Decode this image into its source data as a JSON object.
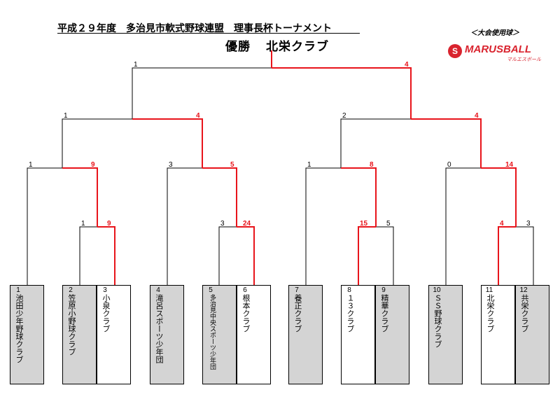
{
  "title": "平成２９年度　多治見市軟式野球連盟　理事長杯トーナメント",
  "winner_label": "優勝",
  "champion": "北栄クラブ",
  "official_ball_label": "＜大会使用球＞",
  "logo": {
    "mark": "S",
    "text": "MARUSBALL",
    "sub": "マルエスボール"
  },
  "teams": [
    {
      "num": "1",
      "name": "池田少年野球クラブ"
    },
    {
      "num": "2",
      "name": "笠原小野球クラブ"
    },
    {
      "num": "3",
      "name": "小泉クラブ"
    },
    {
      "num": "4",
      "name": "滝呂スポーツ少年団"
    },
    {
      "num": "5",
      "name": "多治見中央スポーツ少年団"
    },
    {
      "num": "6",
      "name": "根本クラブ"
    },
    {
      "num": "7",
      "name": "養正クラブ"
    },
    {
      "num": "8",
      "name": "１３クラブ"
    },
    {
      "num": "9",
      "name": "精華クラブ"
    },
    {
      "num": "10",
      "name": "ＳＳ野球クラブ"
    },
    {
      "num": "11",
      "name": "北栄クラブ"
    },
    {
      "num": "12",
      "name": "共栄クラブ"
    }
  ],
  "scores": {
    "r1_m1": {
      "left": "1",
      "right": "9"
    },
    "r1_m2": {
      "left": "3",
      "right": "24"
    },
    "r1_m3": {
      "left": "15",
      "right": "5"
    },
    "r1_m4": {
      "left": "4",
      "right": "3"
    },
    "r2_m1": {
      "left": "1",
      "right": "9"
    },
    "r2_m2": {
      "left": "3",
      "right": "5"
    },
    "r2_m3": {
      "left": "1",
      "right": "8"
    },
    "r2_m4": {
      "left": "0",
      "right": "14"
    },
    "sf_m1": {
      "left": "1",
      "right": "4"
    },
    "sf_m2": {
      "left": "2",
      "right": "4"
    },
    "final": {
      "left": "1",
      "right": "4"
    }
  },
  "colors": {
    "winner_line": "#e8141b",
    "loser_line": "#000000",
    "box_gray": "#d4d4d4",
    "logo_red": "#d9232e"
  }
}
